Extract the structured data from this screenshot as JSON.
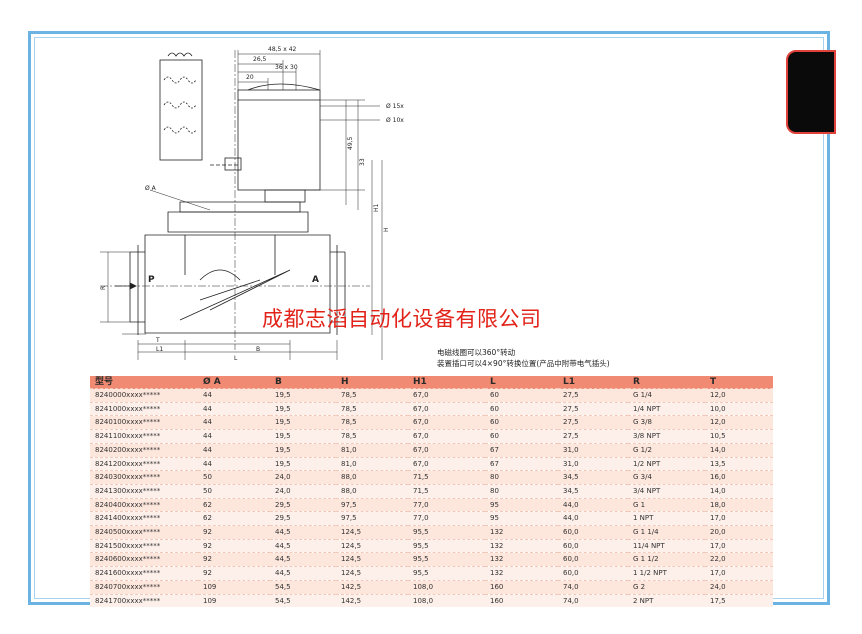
{
  "drawing": {
    "dims": {
      "d_48_5x42": "48,5 x 42",
      "d_26_5": "26,5",
      "d_36x30": "36 x 30",
      "d_20": "20",
      "d_915": "Ø 15x",
      "d_910": "Ø 10x",
      "d_49_5": "49,5",
      "d_33": "33",
      "d_h1": "H1",
      "d_h": "H",
      "d_r": "R",
      "d_t": "T",
      "d_l1": "L1",
      "d_b": "B",
      "d_l": "L",
      "d_phi_a": "Ø A",
      "d_p": "P",
      "d_a": "A"
    }
  },
  "watermark": "成都志滔自动化设备有限公司",
  "notes": {
    "line1": "电磁线圈可以360°转动",
    "line2": "装置插口可以4×90°转换位置(产品中附带电气插头)"
  },
  "table": {
    "headers": [
      "型号",
      "Ø A",
      "B",
      "H",
      "H1",
      "L",
      "L1",
      "R",
      "T"
    ],
    "rows": [
      [
        "8240000xxxx*****",
        "44",
        "19,5",
        "78,5",
        "67,0",
        "60",
        "27,5",
        "G 1/4",
        "12,0"
      ],
      [
        "8241000xxxx*****",
        "44",
        "19,5",
        "78,5",
        "67,0",
        "60",
        "27,5",
        "1/4 NPT",
        "10,0"
      ],
      [
        "8240100xxxx*****",
        "44",
        "19,5",
        "78,5",
        "67,0",
        "60",
        "27,5",
        "G 3/8",
        "12,0"
      ],
      [
        "8241100xxxx*****",
        "44",
        "19,5",
        "78,5",
        "67,0",
        "60",
        "27,5",
        "3/8 NPT",
        "10,5"
      ],
      [
        "8240200xxxx*****",
        "44",
        "19,5",
        "81,0",
        "67,0",
        "67",
        "31,0",
        "G 1/2",
        "14,0"
      ],
      [
        "8241200xxxx*****",
        "44",
        "19,5",
        "81,0",
        "67,0",
        "67",
        "31,0",
        "1/2 NPT",
        "13,5"
      ],
      [
        "8240300xxxx*****",
        "50",
        "24,0",
        "88,0",
        "71,5",
        "80",
        "34,5",
        "G 3/4",
        "16,0"
      ],
      [
        "8241300xxxx*****",
        "50",
        "24,0",
        "88,0",
        "71,5",
        "80",
        "34,5",
        "3/4 NPT",
        "14,0"
      ],
      [
        "8240400xxxx*****",
        "62",
        "29,5",
        "97,5",
        "77,0",
        "95",
        "44,0",
        "G 1",
        "18,0"
      ],
      [
        "8241400xxxx*****",
        "62",
        "29,5",
        "97,5",
        "77,0",
        "95",
        "44,0",
        "1 NPT",
        "17,0"
      ],
      [
        "8240500xxxx*****",
        "92",
        "44,5",
        "124,5",
        "95,5",
        "132",
        "60,0",
        "G 1 1/4",
        "20,0"
      ],
      [
        "8241500xxxx*****",
        "92",
        "44,5",
        "124,5",
        "95,5",
        "132",
        "60,0",
        "11/4 NPT",
        "17,0"
      ],
      [
        "8240600xxxx*****",
        "92",
        "44,5",
        "124,5",
        "95,5",
        "132",
        "60,0",
        "G 1 1/2",
        "22,0"
      ],
      [
        "8241600xxxx*****",
        "92",
        "44,5",
        "124,5",
        "95,5",
        "132",
        "60,0",
        "1 1/2 NPT",
        "17,0"
      ],
      [
        "8240700xxxx*****",
        "109",
        "54,5",
        "142,5",
        "108,0",
        "160",
        "74,0",
        "G 2",
        "24,0"
      ],
      [
        "8241700xxxx*****",
        "109",
        "54,5",
        "142,5",
        "108,0",
        "160",
        "74,0",
        "2 NPT",
        "17,5"
      ]
    ]
  },
  "colors": {
    "frame": "#6bb3e3",
    "header_bg": "#f08a72",
    "row_bg": "#fde6dc",
    "watermark": "#e2231a",
    "tab": "#0a0a0a"
  }
}
